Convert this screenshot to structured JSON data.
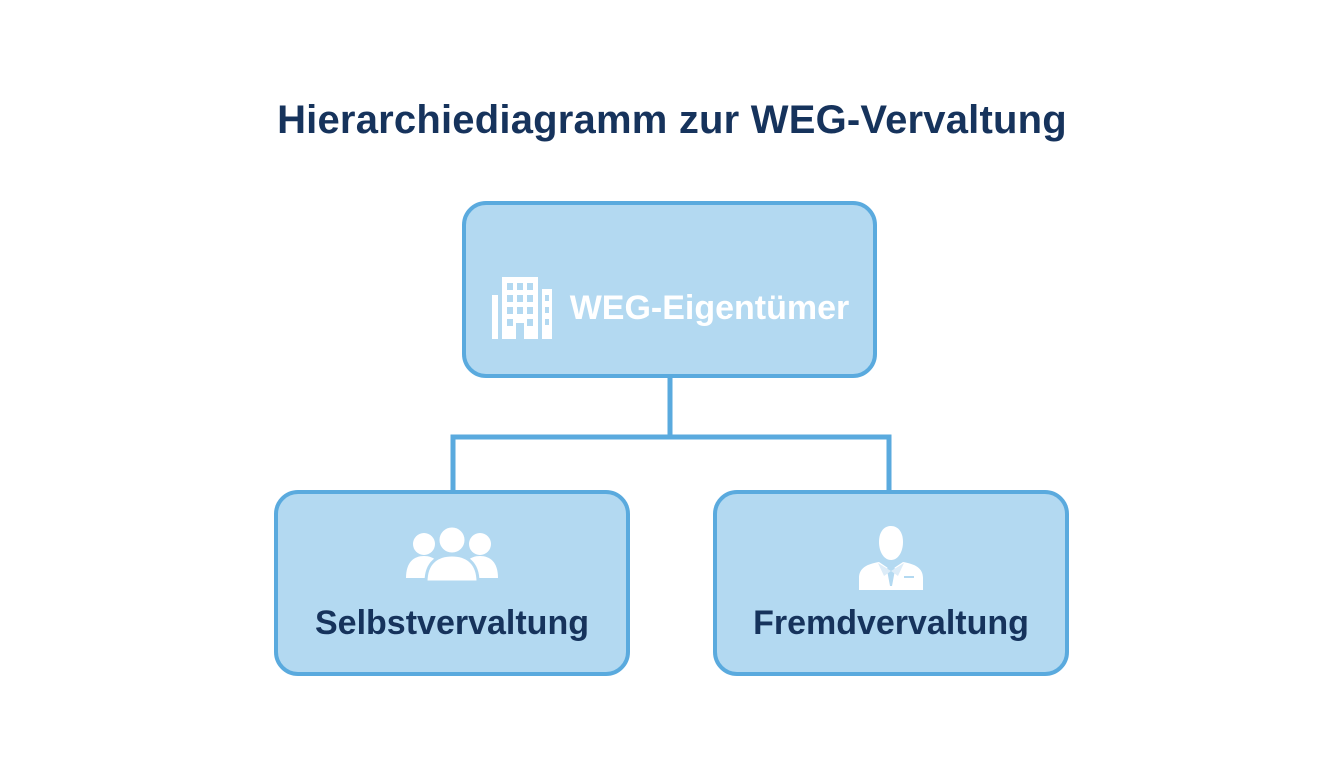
{
  "diagram": {
    "title": "Hierarchiediagramm zur WEG-Vervaltung",
    "root": {
      "label": "WEG-Eigentümer",
      "icon": "building-icon"
    },
    "children": [
      {
        "label": "Selbstvervaltung",
        "icon": "group-icon"
      },
      {
        "label": "Fremdvervaltung",
        "icon": "manager-icon"
      }
    ]
  },
  "colors": {
    "title": "#16335c",
    "node_fill": "#b3d9f1",
    "node_border": "#5aaade",
    "connector": "#5aaade",
    "root_text": "#ffffff",
    "child_text": "#16335c"
  }
}
